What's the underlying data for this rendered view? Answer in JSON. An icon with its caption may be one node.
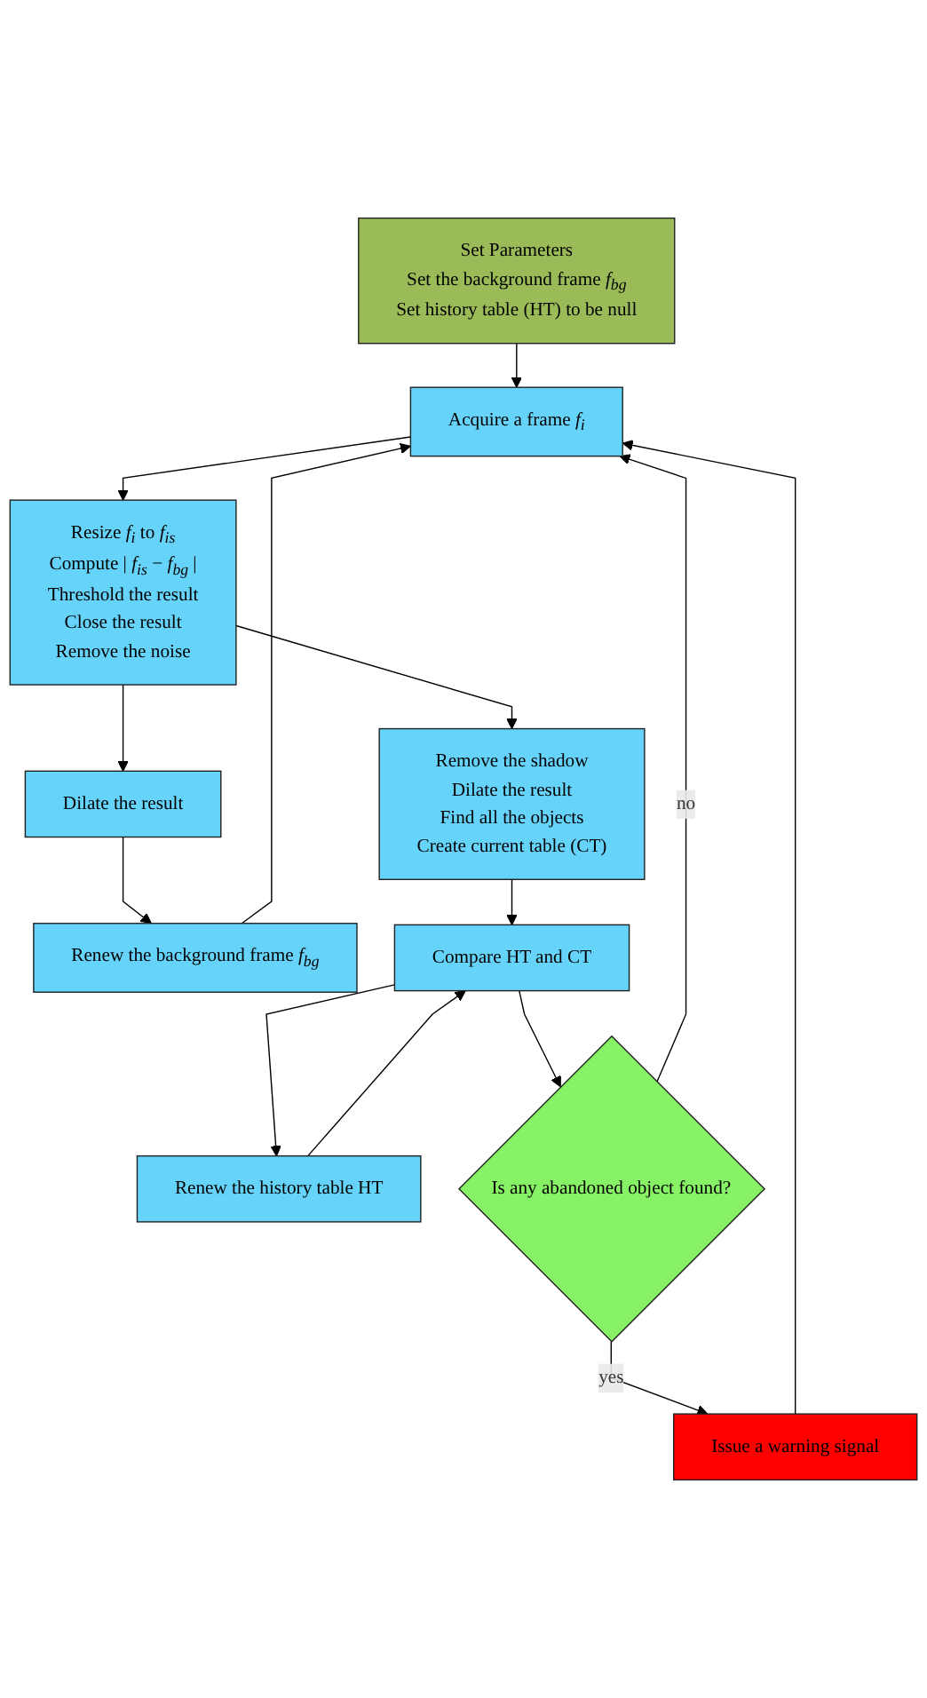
{
  "diagram": {
    "nodes": [
      {
        "text": [
          "Set Parameters",
          "Set the background frame *f*$_{bg}$",
          "Set history table (HT) to be null"
        ]
      },
      {
        "text": [
          "Acquire a frame *f*$_{i}$"
        ]
      },
      {
        "text": [
          "Resize *f*$_{i}$ to *f*$_{is}$",
          "Compute | *f*$_{is}$ − *f*$_{bg}$ |",
          "Threshold the result",
          "Close the result",
          "Remove the noise"
        ]
      },
      {
        "text": [
          "Renew the background frame *f*$_{bg}$"
        ]
      },
      {
        "text": [
          "Dilate the result"
        ]
      },
      {
        "text": [
          "Remove the shadow",
          "Dilate the result",
          "Find all the objects",
          "Create current table (CT)"
        ]
      },
      {
        "text": [
          "Renew the history table HT"
        ]
      },
      {
        "text": [
          "Compare HT and CT"
        ]
      },
      {
        "text": [
          "Is any abandoned object found?"
        ]
      },
      {
        "text": [
          "Issue a warning signal"
        ]
      }
    ],
    "edges": [
      {
        "from": 0,
        "to": 1,
        "arrow": "to"
      },
      {
        "from": 1,
        "to": 2,
        "arrow": "to"
      },
      {
        "from": 3,
        "to": 1,
        "arrow": "to"
      },
      {
        "from": 2,
        "to": 5,
        "arrow": "to"
      },
      {
        "from": 2,
        "to": 4,
        "arrow": "to"
      },
      {
        "from": 4,
        "to": 3,
        "arrow": "to"
      },
      {
        "from": 5,
        "to": 7,
        "arrow": "to"
      },
      {
        "from": 6,
        "to": 7,
        "arrow": "to"
      },
      {
        "from": 7,
        "to": 8,
        "arrow": "to"
      },
      {
        "from": 7,
        "to": 6,
        "arrow": "to"
      },
      {
        "from": 8,
        "to": 1,
        "label": "no",
        "arrow": "to"
      },
      {
        "from": 8,
        "to": 9,
        "label": "yes",
        "arrow": "to"
      },
      {
        "from": 9,
        "to": 1,
        "arrow": "to"
      }
    ]
  }
}
